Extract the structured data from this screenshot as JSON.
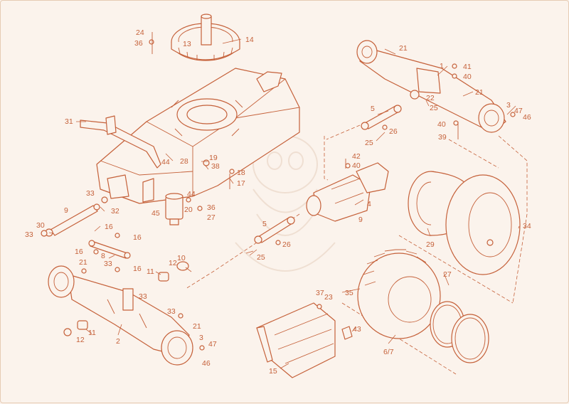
{
  "callouts": [
    {
      "id": "c24",
      "text": "24"
    },
    {
      "id": "c36a",
      "text": "36"
    },
    {
      "id": "c13",
      "text": "13"
    },
    {
      "id": "c14",
      "text": "14"
    },
    {
      "id": "c21a",
      "text": "21"
    },
    {
      "id": "c1",
      "text": "1"
    },
    {
      "id": "c41",
      "text": "41"
    },
    {
      "id": "c40a",
      "text": "40"
    },
    {
      "id": "c21b",
      "text": "21"
    },
    {
      "id": "c22",
      "text": "22"
    },
    {
      "id": "c25a",
      "text": "25"
    },
    {
      "id": "c3a",
      "text": "3"
    },
    {
      "id": "c47a",
      "text": "47"
    },
    {
      "id": "c46a",
      "text": "46"
    },
    {
      "id": "c40b",
      "text": "40"
    },
    {
      "id": "c39",
      "text": "39"
    },
    {
      "id": "c5a",
      "text": "5"
    },
    {
      "id": "c26a",
      "text": "26"
    },
    {
      "id": "c25b",
      "text": "25"
    },
    {
      "id": "c31",
      "text": "31"
    },
    {
      "id": "c44a",
      "text": "44"
    },
    {
      "id": "c28",
      "text": "28"
    },
    {
      "id": "c19",
      "text": "19"
    },
    {
      "id": "c38",
      "text": "38"
    },
    {
      "id": "c18",
      "text": "18"
    },
    {
      "id": "c17",
      "text": "17"
    },
    {
      "id": "c42",
      "text": "42"
    },
    {
      "id": "c40c",
      "text": "40"
    },
    {
      "id": "c4",
      "text": "4"
    },
    {
      "id": "c9a",
      "text": "9"
    },
    {
      "id": "c33a",
      "text": "33"
    },
    {
      "id": "c32",
      "text": "32"
    },
    {
      "id": "c44b",
      "text": "44"
    },
    {
      "id": "c20",
      "text": "20"
    },
    {
      "id": "c36b",
      "text": "36"
    },
    {
      "id": "c27a",
      "text": "27"
    },
    {
      "id": "c45",
      "text": "45"
    },
    {
      "id": "c9b",
      "text": "9"
    },
    {
      "id": "c30",
      "text": "30"
    },
    {
      "id": "c33b",
      "text": "33"
    },
    {
      "id": "c16a",
      "text": "16"
    },
    {
      "id": "c16b",
      "text": "16"
    },
    {
      "id": "c16c",
      "text": "16"
    },
    {
      "id": "c8",
      "text": "8"
    },
    {
      "id": "c16d",
      "text": "16"
    },
    {
      "id": "c5b",
      "text": "5"
    },
    {
      "id": "c26b",
      "text": "26"
    },
    {
      "id": "c25c",
      "text": "25"
    },
    {
      "id": "c12a",
      "text": "12"
    },
    {
      "id": "c10",
      "text": "10"
    },
    {
      "id": "c11a",
      "text": "11"
    },
    {
      "id": "c21c",
      "text": "21"
    },
    {
      "id": "c33c",
      "text": "33"
    },
    {
      "id": "c33d",
      "text": "33"
    },
    {
      "id": "c33e",
      "text": "33"
    },
    {
      "id": "c21d",
      "text": "21"
    },
    {
      "id": "c11b",
      "text": "11"
    },
    {
      "id": "c12b",
      "text": "12"
    },
    {
      "id": "c2",
      "text": "2"
    },
    {
      "id": "c3b",
      "text": "3"
    },
    {
      "id": "c47b",
      "text": "47"
    },
    {
      "id": "c46b",
      "text": "46"
    },
    {
      "id": "c29",
      "text": "29"
    },
    {
      "id": "c34",
      "text": "34"
    },
    {
      "id": "c27b",
      "text": "27"
    },
    {
      "id": "c35",
      "text": "35"
    },
    {
      "id": "c37",
      "text": "37"
    },
    {
      "id": "c23",
      "text": "23"
    },
    {
      "id": "c43",
      "text": "43"
    },
    {
      "id": "c15",
      "text": "15"
    },
    {
      "id": "c67",
      "text": "6/7"
    }
  ],
  "colors": {
    "line": "#c5613a",
    "background": "#fbf3ec",
    "watermark": "#efdfd2"
  }
}
